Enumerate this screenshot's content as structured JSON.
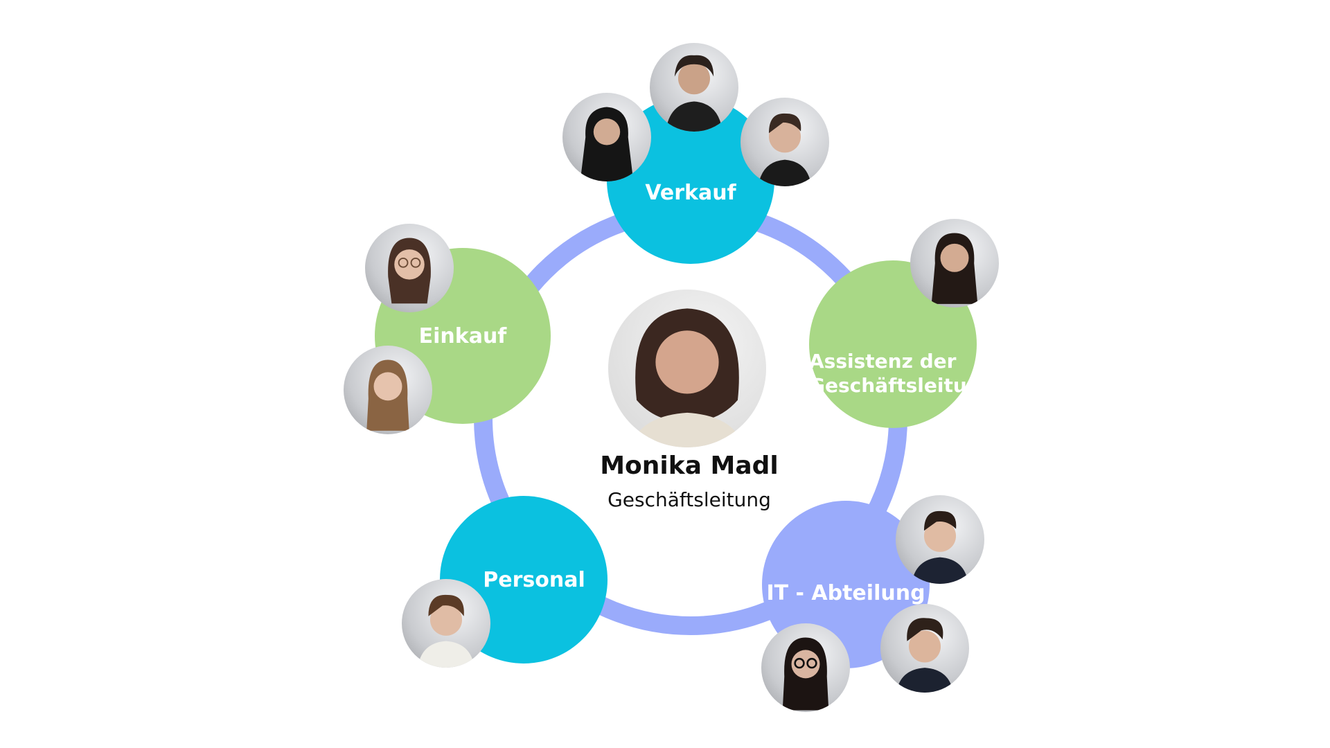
{
  "center": {
    "name": "Monika Madl",
    "role": "Geschäftsleitung"
  },
  "departments": [
    {
      "label": "Verkauf",
      "color": "#0bc1e0",
      "members": 3
    },
    {
      "label": "Assistenz der Geschäftsleitung",
      "line1": "Assistenz der",
      "line2": "Geschäftsleitung",
      "color": "#a9d886",
      "members": 1
    },
    {
      "label": "IT - Abteilung",
      "color": "#9aabfb",
      "members": 3
    },
    {
      "label": "Personal",
      "color": "#0bc1e0",
      "members": 1
    },
    {
      "label": "Einkauf",
      "color": "#a9d886",
      "members": 2
    }
  ],
  "colors": {
    "ring": "#9aabfb",
    "cyan": "#0bc1e0",
    "green": "#a9d886",
    "lavender": "#9aabfb"
  }
}
